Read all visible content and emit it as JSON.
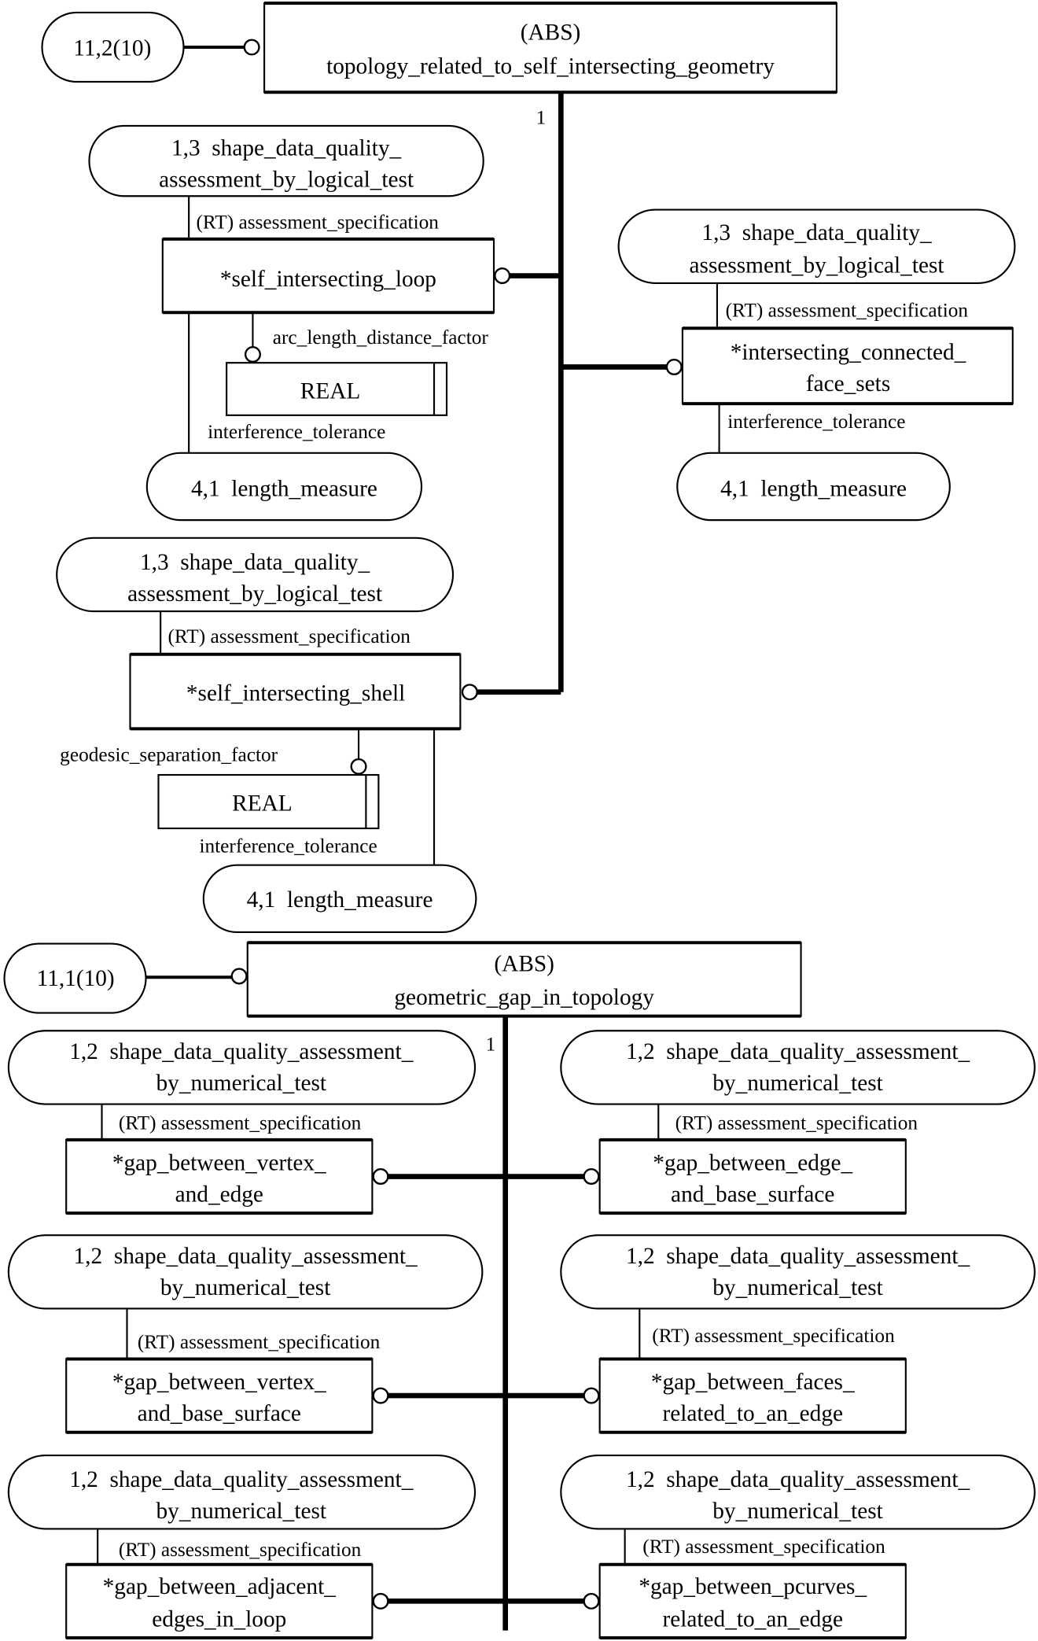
{
  "diagram": {
    "type": "EXPRESS-G entity diagram",
    "top": {
      "page_ref": "11,2(10)",
      "supertype": {
        "line1": "(ABS)",
        "line2": "topology_related_to_self_intersecting_geometry"
      },
      "cardinality": "1",
      "subtypes": [
        {
          "name": "*self_intersecting_loop",
          "spec_ref": {
            "line1": "1,3  shape_data_quality_",
            "line2": "assessment_by_logical_test"
          },
          "spec_attr": "(RT) assessment_specification",
          "factor_attr": "arc_length_distance_factor",
          "factor_type": "REAL",
          "tolerance_attr": "interference_tolerance",
          "tolerance_ref": "4,1  length_measure"
        },
        {
          "name_line1": "*intersecting_connected_",
          "name_line2": "face_sets",
          "spec_ref": {
            "line1": "1,3  shape_data_quality_",
            "line2": "assessment_by_logical_test"
          },
          "spec_attr": "(RT) assessment_specification",
          "tolerance_attr": "interference_tolerance",
          "tolerance_ref": "4,1  length_measure"
        },
        {
          "name": "*self_intersecting_shell",
          "spec_ref": {
            "line1": "1,3  shape_data_quality_",
            "line2": "assessment_by_logical_test"
          },
          "spec_attr": "(RT) assessment_specification",
          "factor_attr": "geodesic_separation_factor",
          "factor_type": "REAL",
          "tolerance_attr": "interference_tolerance",
          "tolerance_ref": "4,1  length_measure"
        }
      ]
    },
    "bottom": {
      "page_ref": "11,1(10)",
      "supertype": {
        "line1": "(ABS)",
        "line2": "geometric_gap_in_topology"
      },
      "cardinality": "1",
      "spec_ref": {
        "line1": "1,2  shape_data_quality_assessment_",
        "line2": "by_numerical_test"
      },
      "spec_attr": "(RT) assessment_specification",
      "subtypes": [
        {
          "line1": "*gap_between_vertex_",
          "line2": "and_edge"
        },
        {
          "line1": "*gap_between_edge_",
          "line2": "and_base_surface"
        },
        {
          "line1": "*gap_between_vertex_",
          "line2": "and_base_surface"
        },
        {
          "line1": "*gap_between_faces_",
          "line2": "related_to_an_edge"
        },
        {
          "line1": "*gap_between_adjacent_",
          "line2": "edges_in_loop"
        },
        {
          "line1": "*gap_between_pcurves_",
          "line2": "related_to_an_edge"
        }
      ]
    }
  }
}
